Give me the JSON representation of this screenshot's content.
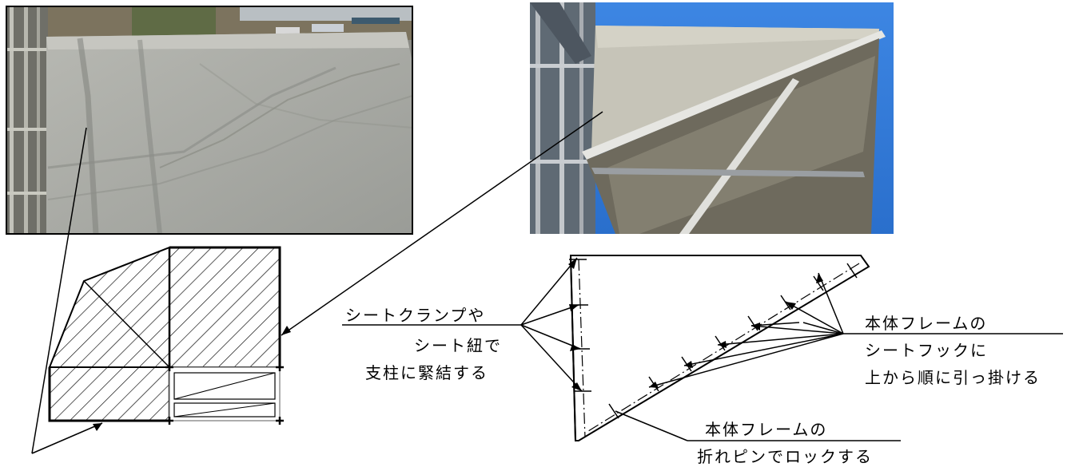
{
  "photos": {
    "left": {
      "name": "photo-sheet-on-scaffold-wall"
    },
    "right": {
      "name": "photo-sheet-on-bracket-frame"
    }
  },
  "labels": {
    "clamp_line1": "シートクランプや",
    "clamp_line2": "シート紐で",
    "clamp_line3": "支柱に緊結する",
    "hook_line1": "本体フレームの",
    "hook_line2": "シートフックに",
    "hook_line3": "上から順に引っ掛ける",
    "pin_line1": "本体フレームの",
    "pin_line2": "折れピンでロックする"
  },
  "colors": {
    "sky": "#2f78d6",
    "sheet": "#a8aaa4",
    "sheet_light": "#c9c8c0",
    "frame_metal": "#8c8f90",
    "ink": "#000000"
  }
}
